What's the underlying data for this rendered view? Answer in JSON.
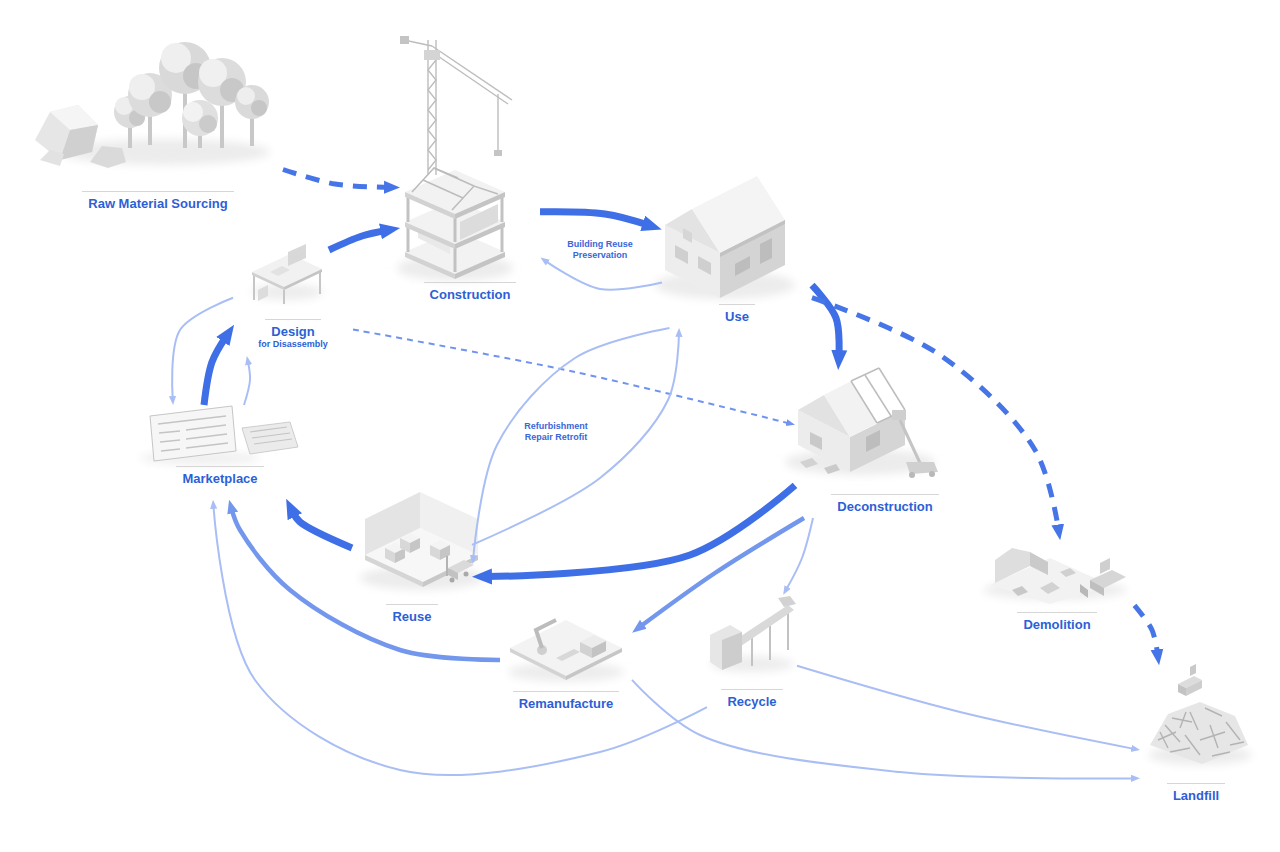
{
  "diagram": {
    "nodes": [
      {
        "text": [
          "Raw Material Sourcing"
        ]
      },
      {
        "text": [
          "Construction"
        ]
      },
      {
        "text": [
          "Use"
        ]
      },
      {
        "text": [
          "Design",
          "for Disassembly"
        ]
      },
      {
        "text": [
          "Marketplace"
        ]
      },
      {
        "text": [
          "Deconstruction"
        ]
      },
      {
        "text": [
          "Reuse"
        ]
      },
      {
        "text": [
          "Demolition"
        ]
      },
      {
        "text": [
          "Remanufacture"
        ]
      },
      {
        "text": [
          "Recycle"
        ]
      },
      {
        "text": [
          "Landfill"
        ]
      }
    ],
    "edges": [
      {
        "from": 0,
        "to": 1,
        "arrow": "to"
      },
      {
        "from": 3,
        "to": 1,
        "arrow": "to"
      },
      {
        "from": 1,
        "to": 2,
        "arrow": "to"
      },
      {
        "from": 2,
        "to": 1,
        "label": "Building Reuse Preservation",
        "arrow": "to"
      },
      {
        "from": 2,
        "to": 5,
        "arrow": "to"
      },
      {
        "from": 2,
        "to": 7,
        "arrow": "to"
      },
      {
        "from": 7,
        "to": 10,
        "arrow": "to"
      },
      {
        "from": 3,
        "to": 5,
        "arrow": "to"
      },
      {
        "from": 2,
        "to": 6,
        "label": "Refurbishment Repair Retrofit",
        "arrow": "to"
      },
      {
        "from": 6,
        "to": 2,
        "arrow": "to"
      },
      {
        "from": 5,
        "to": 6,
        "arrow": "to"
      },
      {
        "from": 5,
        "to": 8,
        "arrow": "to"
      },
      {
        "from": 5,
        "to": 9,
        "arrow": "to"
      },
      {
        "from": 6,
        "to": 4,
        "arrow": "to"
      },
      {
        "from": 8,
        "to": 4,
        "arrow": "to"
      },
      {
        "from": 9,
        "to": 4,
        "arrow": "to"
      },
      {
        "from": 8,
        "to": 10,
        "arrow": "to"
      },
      {
        "from": 9,
        "to": 10,
        "arrow": "to"
      },
      {
        "from": 4,
        "to": 3,
        "arrow": "to"
      },
      {
        "from": 3,
        "to": 4,
        "arrow": "to"
      },
      {
        "from": 4,
        "to": 3,
        "arrow": "to"
      }
    ]
  }
}
